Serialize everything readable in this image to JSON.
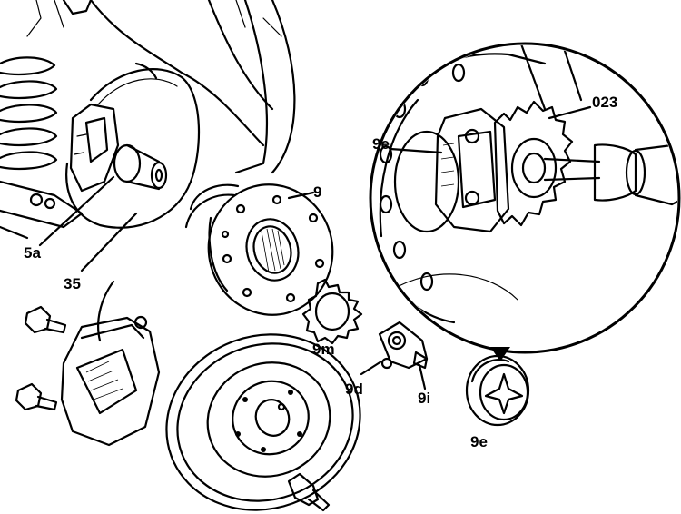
{
  "colors": {
    "ink": "#000000",
    "paper": "#ffffff"
  },
  "labels": {
    "l5a": "5a",
    "l35": "35",
    "l9": "9",
    "l9m": "9m",
    "l9d": "9d",
    "l9i": "9i",
    "l9e_bottom": "9e",
    "l9e_inset": "9e",
    "l023": "023"
  }
}
